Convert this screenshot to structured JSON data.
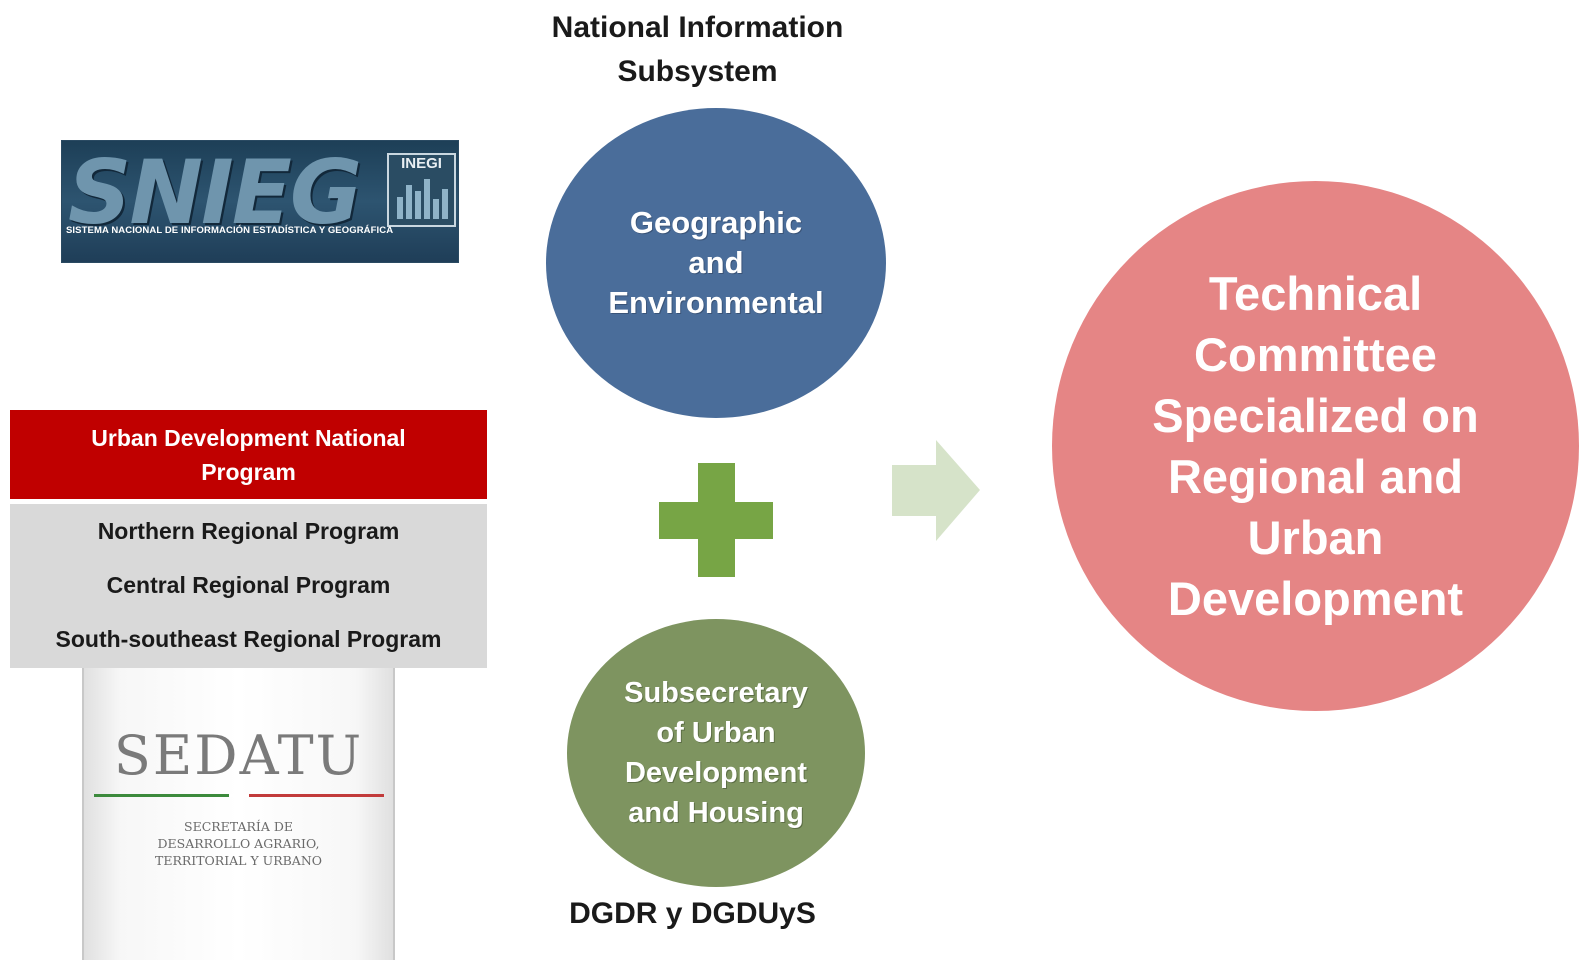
{
  "heading": {
    "line1": "National Information",
    "line2": "Subsystem"
  },
  "snieg_logo": {
    "letters": "SNIEG",
    "badge": "INEGI",
    "subtitle": "SISTEMA NACIONAL DE INFORMACIÓN ESTADÍSTICA Y GEOGRÁFICA"
  },
  "programs": {
    "header_line1": "Urban Development National",
    "header_line2": "Program",
    "items": [
      "Northern Regional Program",
      "Central Regional Program",
      "South-southeast Regional Program"
    ]
  },
  "sedatu_logo": {
    "name": "SEDATU",
    "sub_line1": "SECRETARÍA DE",
    "sub_line2": "DESARROLLO AGRARIO,",
    "sub_line3": "TERRITORIAL Y URBANO"
  },
  "circles": {
    "geo": {
      "line1": "Geographic",
      "line2": "and",
      "line3": "Environmental",
      "color": "#4a6d9a"
    },
    "sub": {
      "line1": "Subsecretary",
      "line2": "of Urban",
      "line3": "Development",
      "line4": "and Housing",
      "color": "#7e9460"
    },
    "tech": {
      "line1": "Technical",
      "line2": "Committee",
      "line3": "Specialized on",
      "line4": "Regional and",
      "line5": "Urban",
      "line6": "Development",
      "color": "#e58585"
    }
  },
  "plus_color": "#77a545",
  "arrow_color": "#d6e3c9",
  "bottom_label": "DGDR y DGDUyS"
}
